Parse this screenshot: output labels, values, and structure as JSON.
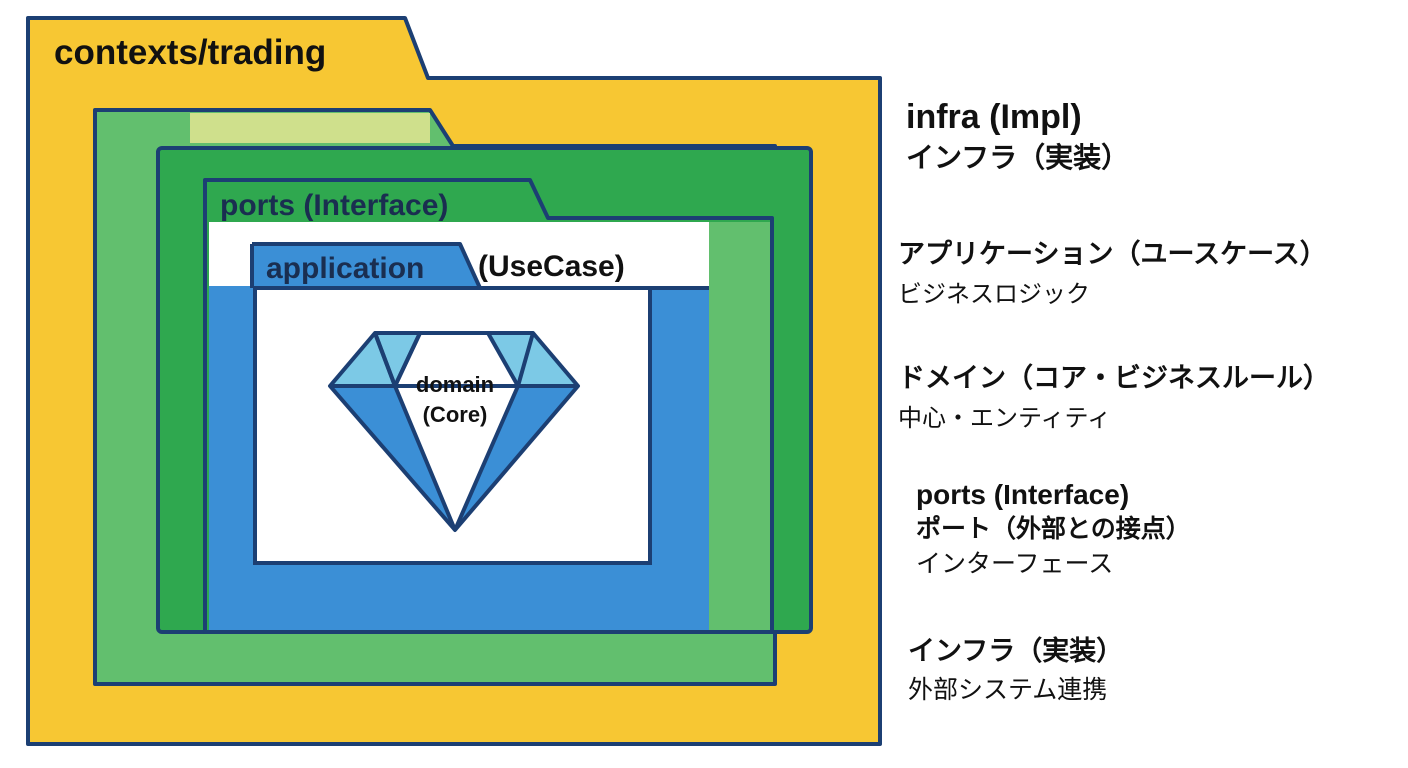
{
  "folders": {
    "contexts": {
      "tab_label": "contexts/trading",
      "fill": "#f7c733"
    },
    "infra": {
      "fill": "#62bf6e",
      "fill_light": "#cfe08c"
    },
    "ports": {
      "tab_label": "ports (Interface)",
      "fill": "#2fa84f"
    },
    "application": {
      "tab_label": "application",
      "tab_label_suffix": "(UseCase)",
      "fill": "#3b8fd6"
    }
  },
  "outline_color": "#1c3f73",
  "domain_gem": {
    "label_line1": "domain",
    "label_line2": "(Core)",
    "fill_light": "#7cc9e6",
    "fill_dark": "#3b8fd6"
  },
  "legend": {
    "infra": {
      "line1": "infra (Impl)",
      "line2": "インフラ（実装）"
    },
    "application": {
      "line1": "アプリケーション（ユースケース）",
      "line2": "ビジネスロジック"
    },
    "domain": {
      "line1": "ドメイン（コア・ビジネスルール）",
      "line2": "中心・エンティティ"
    },
    "ports": {
      "line1": "ports (Interface)",
      "line2": "ポート（外部との接点）",
      "line3": "インターフェース"
    },
    "infra_bottom": {
      "line1": "インフラ（実装）",
      "line2": "外部システム連携"
    }
  }
}
